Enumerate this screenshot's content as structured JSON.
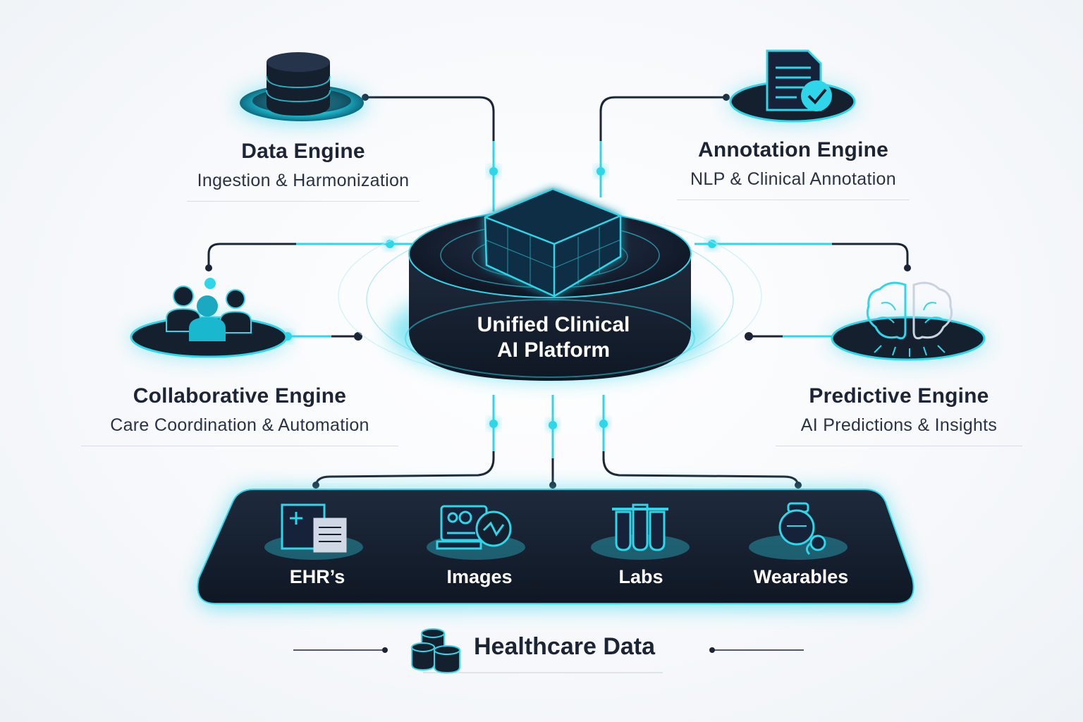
{
  "center": {
    "line1": "Unified Clinical",
    "line2": "AI Platform"
  },
  "engines": {
    "data": {
      "title": "Data Engine",
      "subtitle": "Ingestion & Harmonization",
      "icon": "database-icon"
    },
    "annotation": {
      "title": "Annotation Engine",
      "subtitle": "NLP & Clinical Annotation",
      "icon": "document-check-icon"
    },
    "collaborative": {
      "title": "Collaborative Engine",
      "subtitle": "Care Coordination & Automation",
      "icon": "team-icon"
    },
    "predictive": {
      "title": "Predictive Engine",
      "subtitle": "AI Predictions & Insights",
      "icon": "brain-icon"
    }
  },
  "sources": [
    {
      "label": "EHR’s",
      "icon": "ehr-record-icon"
    },
    {
      "label": "Images",
      "icon": "medical-image-icon"
    },
    {
      "label": "Labs",
      "icon": "test-tubes-icon"
    },
    {
      "label": "Wearables",
      "icon": "wearable-device-icon"
    }
  ],
  "footer": {
    "title": "Healthcare Data",
    "icon": "database-stack-icon"
  },
  "colors": {
    "accent": "#2fd6ea",
    "dark": "#16202f",
    "text": "#1c2536"
  }
}
